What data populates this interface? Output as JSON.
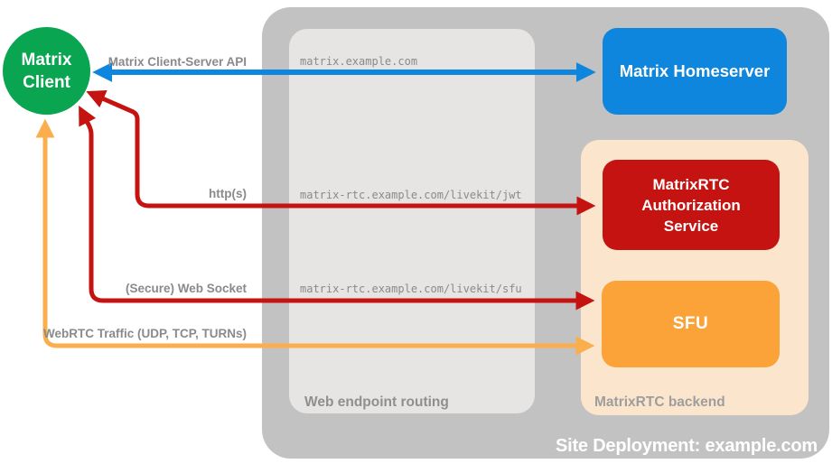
{
  "page": {
    "background": "#ffffff"
  },
  "client": {
    "label": "Matrix Client",
    "color": "#09a550",
    "text_color": "#ffffff"
  },
  "homeserver": {
    "label": "Matrix Homeserver",
    "color": "#0f86dd",
    "text_color": "#ffffff"
  },
  "auth_service": {
    "label": "MatrixRTC Authorization Service",
    "color": "#c41310",
    "text_color": "#ffffff"
  },
  "sfu": {
    "label": "SFU",
    "color": "#fba339",
    "text_color": "#ffffff"
  },
  "site": {
    "label": "Site Deployment: example.com",
    "color": "#c2c2c2",
    "label_color": "#ffffff"
  },
  "routing": {
    "label": "Web endpoint routing",
    "color": "#e6e5e3",
    "label_color": "#8f8f8f",
    "routes": [
      "matrix.example.com",
      "matrix-rtc.example.com/livekit/jwt",
      "matrix-rtc.example.com/livekit/sfu"
    ]
  },
  "backend": {
    "label": "MatrixRTC backend",
    "color": "#fce5cd",
    "label_color": "#9e9e9e"
  },
  "arrows": {
    "client_server_api": {
      "label": "Matrix Client-Server API",
      "color": "#0f86dd",
      "style": "double-headed"
    },
    "https": {
      "label": "http(s)",
      "color": "#c41310",
      "style": "double-headed"
    },
    "web_socket": {
      "label": "(Secure) Web Socket",
      "color": "#c41310",
      "style": "double-headed"
    },
    "webrtc": {
      "label": "WebRTC Traffic (UDP, TCP, TURNs)",
      "color": "#fbae4d",
      "style": "double-headed"
    }
  },
  "label_text_color": "#8a8a8a"
}
